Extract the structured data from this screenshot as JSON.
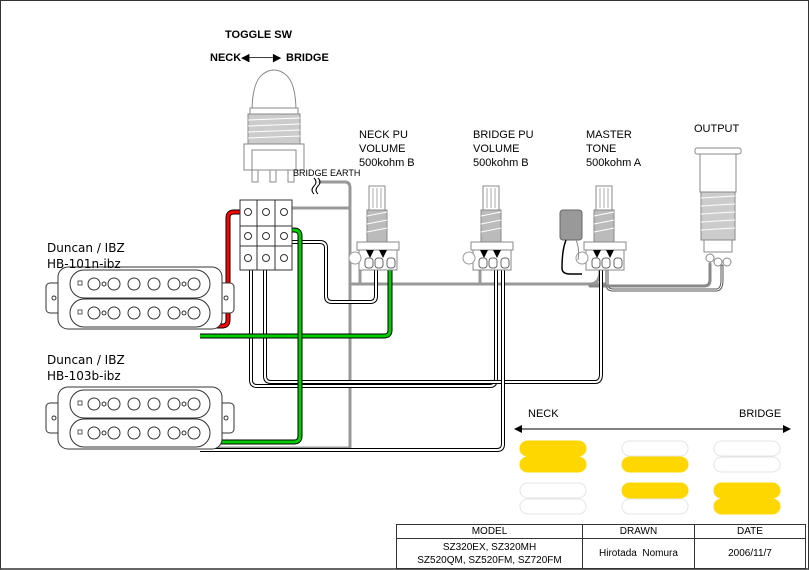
{
  "toggle": {
    "title": "TOGGLE SW",
    "left": "NECK",
    "right": "BRIDGE"
  },
  "bridge_earth": "BRIDGE EARTH",
  "pots": [
    {
      "line1": "NECK PU",
      "line2": "VOLUME",
      "line3": "500kohm B"
    },
    {
      "line1": "BRIDGE PU",
      "line2": "VOLUME",
      "line3": "500kohm B"
    },
    {
      "line1": "MASTER",
      "line2": "TONE",
      "line3": "500kohm A"
    }
  ],
  "output": "OUTPUT",
  "pickups": [
    {
      "brand": "Duncan / IBZ",
      "model": "HB-101n-ibz"
    },
    {
      "brand": "Duncan / IBZ",
      "model": "HB-103b-ibz"
    }
  ],
  "legend": {
    "left": "NECK",
    "right": "BRIDGE",
    "positions": [
      {
        "neck": "both",
        "bridge": "none"
      },
      {
        "neck": "lower",
        "bridge": "upper"
      },
      {
        "neck": "none",
        "bridge": "both"
      }
    ],
    "highlight_color": "#FFD700"
  },
  "title_block": {
    "headers": [
      "MODEL",
      "DRAWN",
      "DATE"
    ],
    "model_line1": "SZ320EX, SZ320MH",
    "model_line2": "SZ520QM, SZ520FM, SZ720FM",
    "drawn": "Hirotada  Nomura",
    "date": "2006/11/7"
  },
  "wire_colors": {
    "hot": "#FF0000",
    "green": "#00CC00",
    "black": "#000000",
    "ground": "#999999"
  }
}
